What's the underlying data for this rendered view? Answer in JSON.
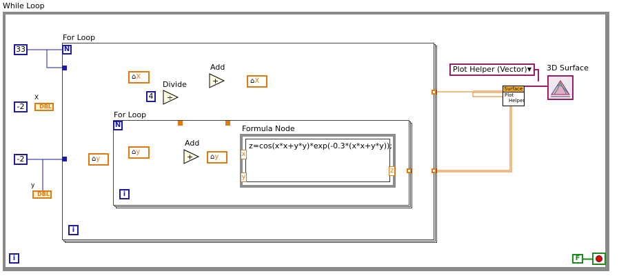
{
  "while_loop": {
    "label": "While Loop",
    "iteration_terminal": "i"
  },
  "for_loop_outer": {
    "label": "For Loop",
    "count_terminal": "N",
    "iteration_terminal": "i"
  },
  "for_loop_inner": {
    "label": "For Loop",
    "count_terminal": "N",
    "iteration_terminal": "i"
  },
  "constants": {
    "count": "33",
    "x_start": "-2",
    "y_start": "-2",
    "divisor": "4"
  },
  "indicators": {
    "x_label": "X",
    "y_label": "y",
    "dbl_type": "DBL"
  },
  "local_vars": {
    "x_read": "X",
    "x_write": "X",
    "y_write": "y",
    "y_read": "y"
  },
  "nodes": {
    "divide": "Divide",
    "add_top": "Add",
    "add_inner": "Add"
  },
  "formula_node": {
    "label": "Formula Node",
    "expression": "z=cos(x*x+y*y)*exp(-0.3*(x*x+y*y));",
    "input_x": "x",
    "input_y": "y",
    "output_z": "z"
  },
  "plot_helper": {
    "selector": "Plot Helper (Vector)",
    "header": "Surface",
    "line1": "Plot",
    "line2": "Helper"
  },
  "surface": {
    "label": "3D Surface"
  },
  "stop": {
    "constant": "F"
  },
  "colors": {
    "double_wire": "#e07a10",
    "integer_wire": "#1a1aa6",
    "refnum_wire": "#9c1a6a",
    "boolean": "#1d8a1d"
  }
}
